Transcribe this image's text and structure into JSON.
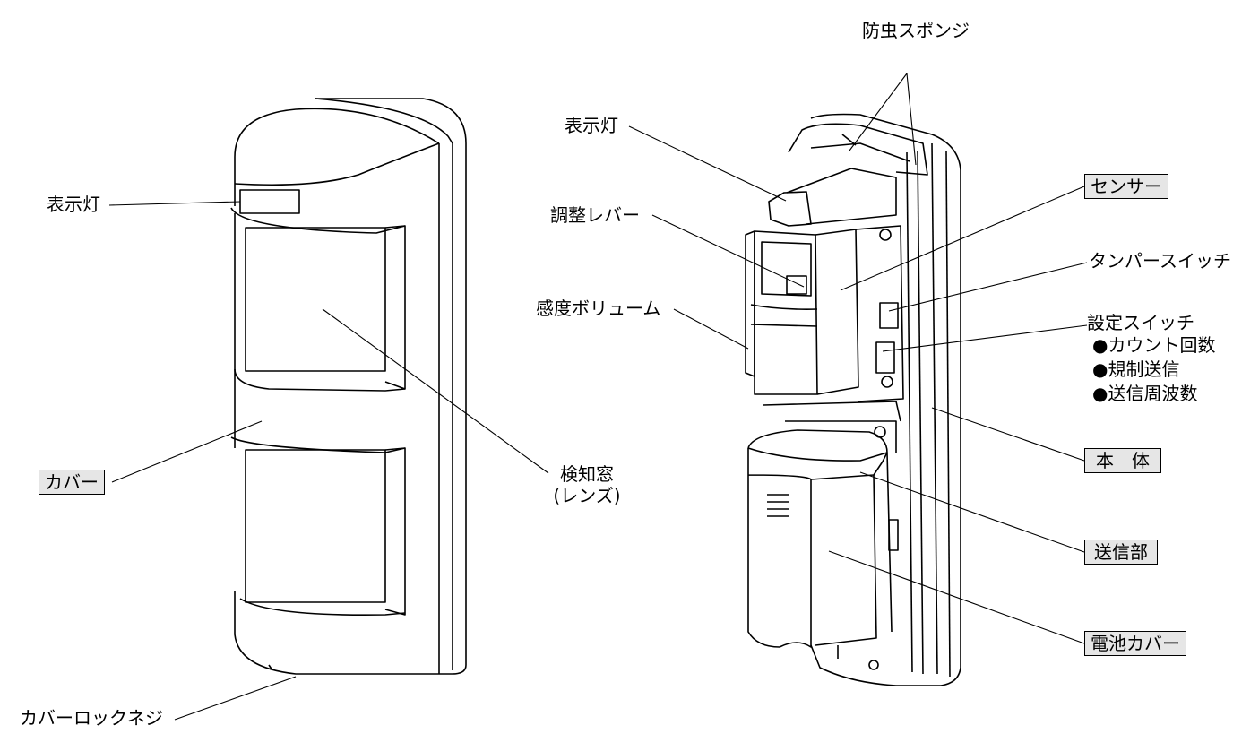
{
  "left_device": {
    "indicator": "表示灯",
    "cover": "カバー",
    "window_line1": "検知窓",
    "window_line2": "(レンズ)",
    "lock_screw": "カバーロックネジ"
  },
  "right_device": {
    "insect_sponge": "防虫スポンジ",
    "indicator": "表示灯",
    "adjust_lever": "調整レバー",
    "sensitivity_volume": "感度ボリューム",
    "sensor": "センサー",
    "tamper_switch": "タンパースイッチ",
    "setting_switch": {
      "title": "設定スイッチ",
      "items": [
        "●カウント回数",
        "●規制送信",
        "●送信周波数"
      ]
    },
    "body": "本　体",
    "transmitter": "送信部",
    "battery_cover": "電池カバー"
  }
}
